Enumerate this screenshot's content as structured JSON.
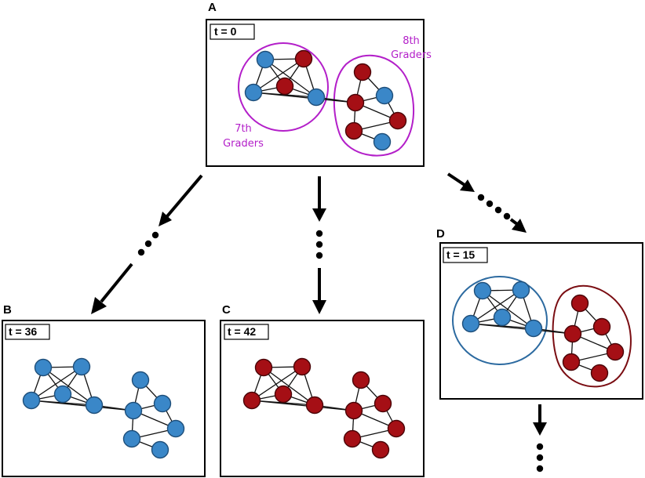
{
  "colors": {
    "blue": "#3a87c8",
    "red": "#a50f15",
    "purple": "#b31fc9",
    "dark_blue": "#2c6aa0",
    "dark_red": "#7a0d12",
    "black": "#000000"
  },
  "panels": [
    {
      "id": "A",
      "letter": "A",
      "time": "t = 0"
    },
    {
      "id": "B",
      "letter": "B",
      "time": "t = 36"
    },
    {
      "id": "C",
      "letter": "C",
      "time": "t = 42"
    },
    {
      "id": "D",
      "letter": "D",
      "time": "t = 15"
    }
  ],
  "groups": {
    "seventh": [
      "7th",
      "Graders"
    ],
    "eighth": [
      "8th",
      "Graders"
    ]
  },
  "network": {
    "edges": [
      [
        0,
        1
      ],
      [
        0,
        2
      ],
      [
        0,
        3
      ],
      [
        0,
        4
      ],
      [
        1,
        2
      ],
      [
        1,
        3
      ],
      [
        1,
        4
      ],
      [
        2,
        3
      ],
      [
        2,
        4
      ],
      [
        3,
        4
      ],
      [
        4,
        7
      ],
      [
        3,
        7
      ],
      [
        5,
        6
      ],
      [
        5,
        7
      ],
      [
        6,
        7
      ],
      [
        6,
        8
      ],
      [
        7,
        8
      ],
      [
        8,
        9
      ],
      [
        9,
        10
      ],
      [
        7,
        9
      ]
    ],
    "node_colors": {
      "A": [
        "blue",
        "red",
        "red",
        "blue",
        "blue",
        "red",
        "blue",
        "red",
        "red",
        "red",
        "blue"
      ],
      "B": [
        "blue",
        "blue",
        "blue",
        "blue",
        "blue",
        "blue",
        "blue",
        "blue",
        "blue",
        "blue",
        "blue"
      ],
      "C": [
        "red",
        "red",
        "red",
        "red",
        "red",
        "red",
        "red",
        "red",
        "red",
        "red",
        "red"
      ],
      "D": [
        "blue",
        "blue",
        "blue",
        "blue",
        "blue",
        "red",
        "red",
        "red",
        "red",
        "red",
        "red"
      ]
    }
  }
}
